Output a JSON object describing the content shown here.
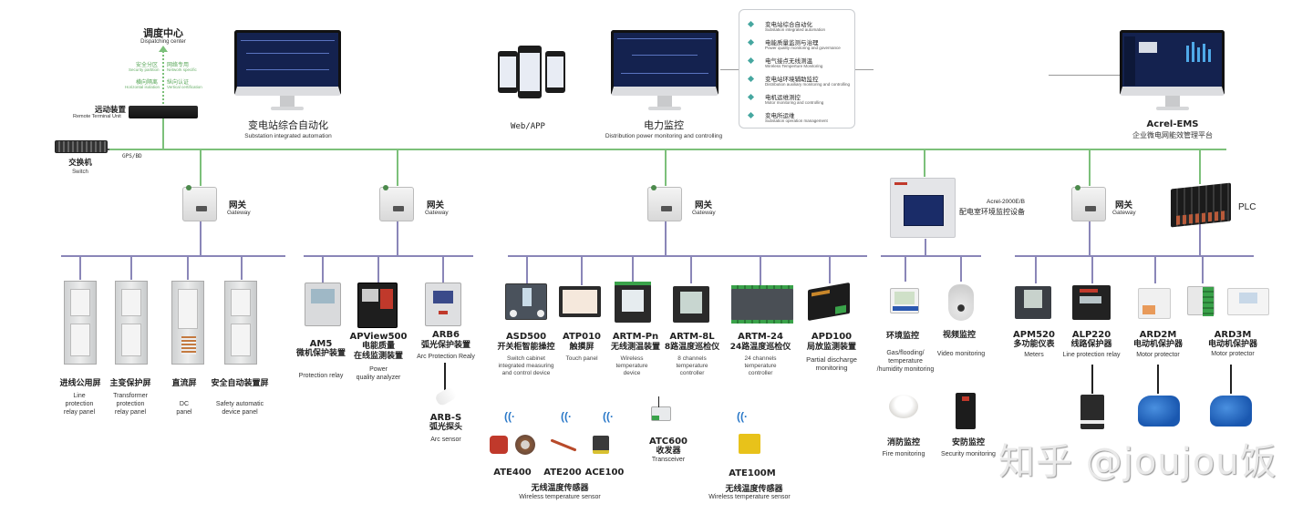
{
  "top": {
    "dispatch": {
      "cn": "调度中心",
      "en": "Dispatching center"
    },
    "security_notes": [
      {
        "cn": "安全分区",
        "en": "Security partition"
      },
      {
        "cn": "网络专用",
        "en": "Network specific"
      },
      {
        "cn": "横向隔离",
        "en": "Horizontal isolation"
      },
      {
        "cn": "纵向认证",
        "en": "Vertical certification"
      }
    ],
    "rtu": {
      "cn": "远动装置",
      "en": "Remote Terminal Unit"
    },
    "switch": {
      "cn": "交换机",
      "en": "Switch"
    },
    "gps": "GPS/BD",
    "substation_automation": {
      "cn": "变电站综合自动化",
      "en": "Substation integrated automation"
    },
    "web_app": "Web/APP",
    "power_monitoring": {
      "cn": "电力监控",
      "en": "Distribution power monitoring and controlling"
    },
    "features": [
      {
        "cn": "变电站综合自动化",
        "en": "Substation integrated automation"
      },
      {
        "cn": "电能质量监测与治理",
        "en": "Power quality monitoring and governance"
      },
      {
        "cn": "电气接点无线测温",
        "en": "Wireless Temperture Monitoring"
      },
      {
        "cn": "变电站环境辅助监控",
        "en": "Distribution auxiliary monitoring and controlling"
      },
      {
        "cn": "电机运维测控",
        "en": "Motor monitoring and controlling"
      },
      {
        "cn": "变电所运维",
        "en": "Substation operation management"
      }
    ],
    "ems": {
      "name": "Acrel-EMS",
      "cn": "企业微电网能效管理平台"
    }
  },
  "gateway": {
    "cn": "网关",
    "en": "Gateway"
  },
  "env_device": {
    "model": "Acrel-2000E/B",
    "cn": "配电室环境监控设备"
  },
  "plc": "PLC",
  "panels": [
    {
      "cn": "进线公用屏",
      "en": [
        "Line",
        "protection",
        "relay panel"
      ]
    },
    {
      "cn": "主变保护屏",
      "en": [
        "Transformer",
        "protection",
        "relay panel"
      ]
    },
    {
      "cn": "直流屏",
      "en": [
        "DC",
        "panel"
      ]
    },
    {
      "cn": "安全自动装置屏",
      "en": [
        "Safety automatic",
        "device panel"
      ]
    }
  ],
  "group2": [
    {
      "model": "AM5",
      "cn": [
        "微机保护装置"
      ],
      "en": [
        "Protection relay"
      ]
    },
    {
      "model": "APView500",
      "cn": [
        "电能质量",
        "在线监测装置"
      ],
      "en": [
        "Power",
        "quality analyzer"
      ]
    },
    {
      "model": "ARB6",
      "cn": [
        "弧光保护装置"
      ],
      "en": [
        "Arc Protection Realy"
      ]
    }
  ],
  "arc_sensor": {
    "model": "ARB-S",
    "cn": "弧光探头",
    "en": "Arc sensor"
  },
  "group3": [
    {
      "model": "ASD500",
      "cn": "开关柜智能操控",
      "en": [
        "Switch cabinet",
        "integrated measuring",
        "and control device"
      ]
    },
    {
      "model": "ATP010",
      "cn": "触摸屏",
      "en": [
        "Touch panel"
      ]
    },
    {
      "model": "ARTM-Pn",
      "cn": "无线测温装置",
      "en": [
        "Wireless",
        "temperature",
        "device"
      ]
    },
    {
      "model": "ARTM-8L",
      "cn": "8路温度巡检仪",
      "en": [
        "8 channels",
        "temperature",
        "controller"
      ]
    },
    {
      "model": "ARTM-24",
      "cn": "24路温度巡检仪",
      "en": [
        "24 channels",
        "temperature",
        "controller"
      ]
    },
    {
      "model": "APD100",
      "cn": "局放监测装置",
      "en": [
        "Partial discharge",
        "monitoring"
      ]
    }
  ],
  "sensors": {
    "items": [
      "ATE400",
      "ATE200",
      "ACE100"
    ],
    "cn": "无线温度传感器",
    "en": "Wireless temperature sensor"
  },
  "transceiver": {
    "model": "ATC600",
    "cn": "收发器",
    "en": "Transceiver"
  },
  "ate100m": {
    "model": "ATE100M",
    "cn": "无线温度传感器",
    "en": "Wireless temperature sensor"
  },
  "group4": [
    {
      "cn": "环境监控",
      "en": [
        "Gas/flooding/",
        "temperature",
        "/humidity monitoring"
      ]
    },
    {
      "cn": "视频监控",
      "en": [
        "Video monitoring"
      ]
    },
    {
      "cn": "消防监控",
      "en": [
        "Fire monitoring"
      ]
    },
    {
      "cn": "安防监控",
      "en": [
        "Security monitoring"
      ]
    }
  ],
  "group5": [
    {
      "model": "APM520",
      "cn": "多功能仪表",
      "en": "Meters"
    },
    {
      "model": "ALP220",
      "cn": "线路保护器",
      "en": "Line protection relay"
    },
    {
      "model": "ARD2M",
      "cn": "电动机保护器",
      "en": "Motor protector"
    },
    {
      "model": "ARD3M",
      "cn": "电动机保护器",
      "en": "Motor protector"
    }
  ],
  "watermark": "知乎 @joujou饭",
  "colors": {
    "green_bus": "#7cc07a",
    "purple_bus": "#8a86b8",
    "screen": "#14224f",
    "wifi": "#2a78c8",
    "feature_dot": "#46a7a0"
  }
}
